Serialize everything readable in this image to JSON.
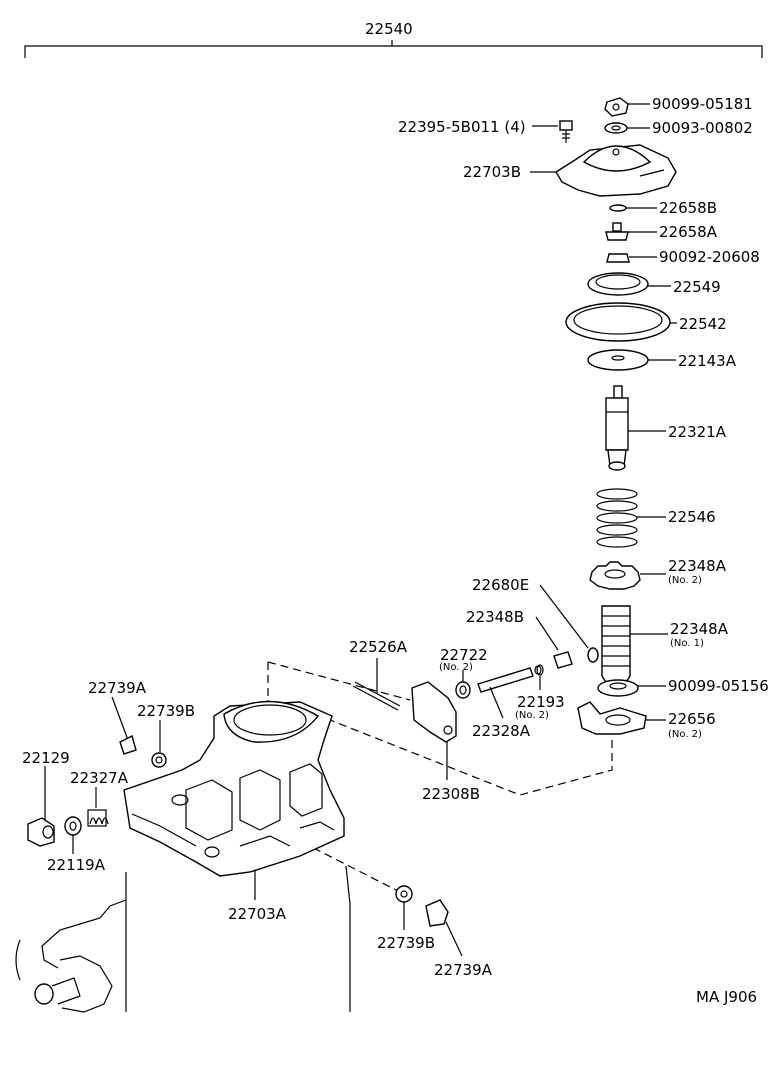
{
  "assembly_number": "22540",
  "labels": {
    "p90099_05181": "90099-05181",
    "p90093_00802": "90093-00802",
    "p22395": "22395-5B011 (4)",
    "p22703B": "22703B",
    "p22658B": "22658B",
    "p22658A": "22658A",
    "p90092_20608": "90092-20608",
    "p22549": "22549",
    "p22542": "22542",
    "p22143A": "22143A",
    "p22321A": "22321A",
    "p22546": "22546",
    "p22348A_no2": "22348A",
    "p22348A_no2_sub": "(No. 2)",
    "p22680E": "22680E",
    "p22348B": "22348B",
    "p22348A_no1": "22348A",
    "p22348A_no1_sub": "(No. 1)",
    "p22526A": "22526A",
    "p22722": "22722",
    "p22722_sub": "(No. 2)",
    "p90099_05156": "90099-05156",
    "p22193": "22193",
    "p22193_sub": "(No. 2)",
    "p22656": "22656",
    "p22656_sub": "(No. 2)",
    "p22739A_top": "22739A",
    "p22739B_top": "22739B",
    "p22328A": "22328A",
    "p22129": "22129",
    "p22327A": "22327A",
    "p22308B": "22308B",
    "p22119A": "22119A",
    "p22703A": "22703A",
    "p22739B_bot": "22739B",
    "p22739A_bot": "22739A",
    "diagram_code": "MA J906"
  }
}
